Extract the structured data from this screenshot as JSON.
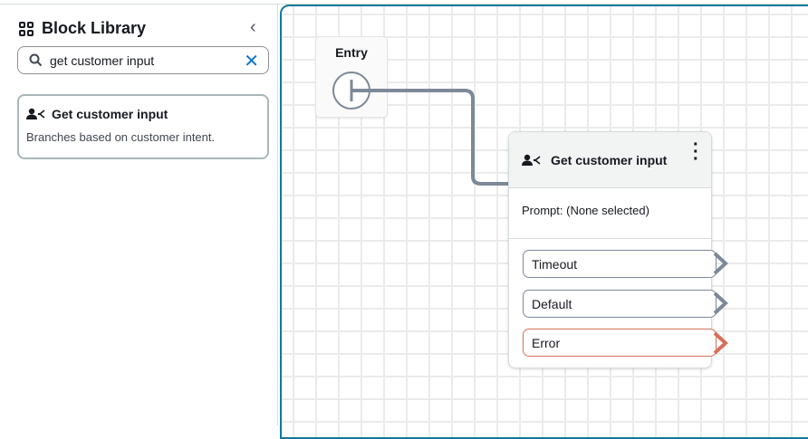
{
  "sidebar": {
    "title": "Block Library",
    "collapse_icon": "chevron-left-icon",
    "search": {
      "value": "get customer input",
      "placeholder": ""
    },
    "results": [
      {
        "title": "Get customer input",
        "description": "Branches based on customer intent."
      }
    ]
  },
  "canvas": {
    "entry": {
      "label": "Entry"
    },
    "node": {
      "title": "Get customer input",
      "prompt": "Prompt: (None selected)",
      "branches": [
        {
          "label": "Timeout",
          "color": "#7d8998"
        },
        {
          "label": "Default",
          "color": "#7d8998"
        },
        {
          "label": "Error",
          "color": "#d6705a"
        }
      ]
    }
  },
  "colors": {
    "accent": "#0f7a9c",
    "link": "#7d8998",
    "error": "#d6705a"
  }
}
